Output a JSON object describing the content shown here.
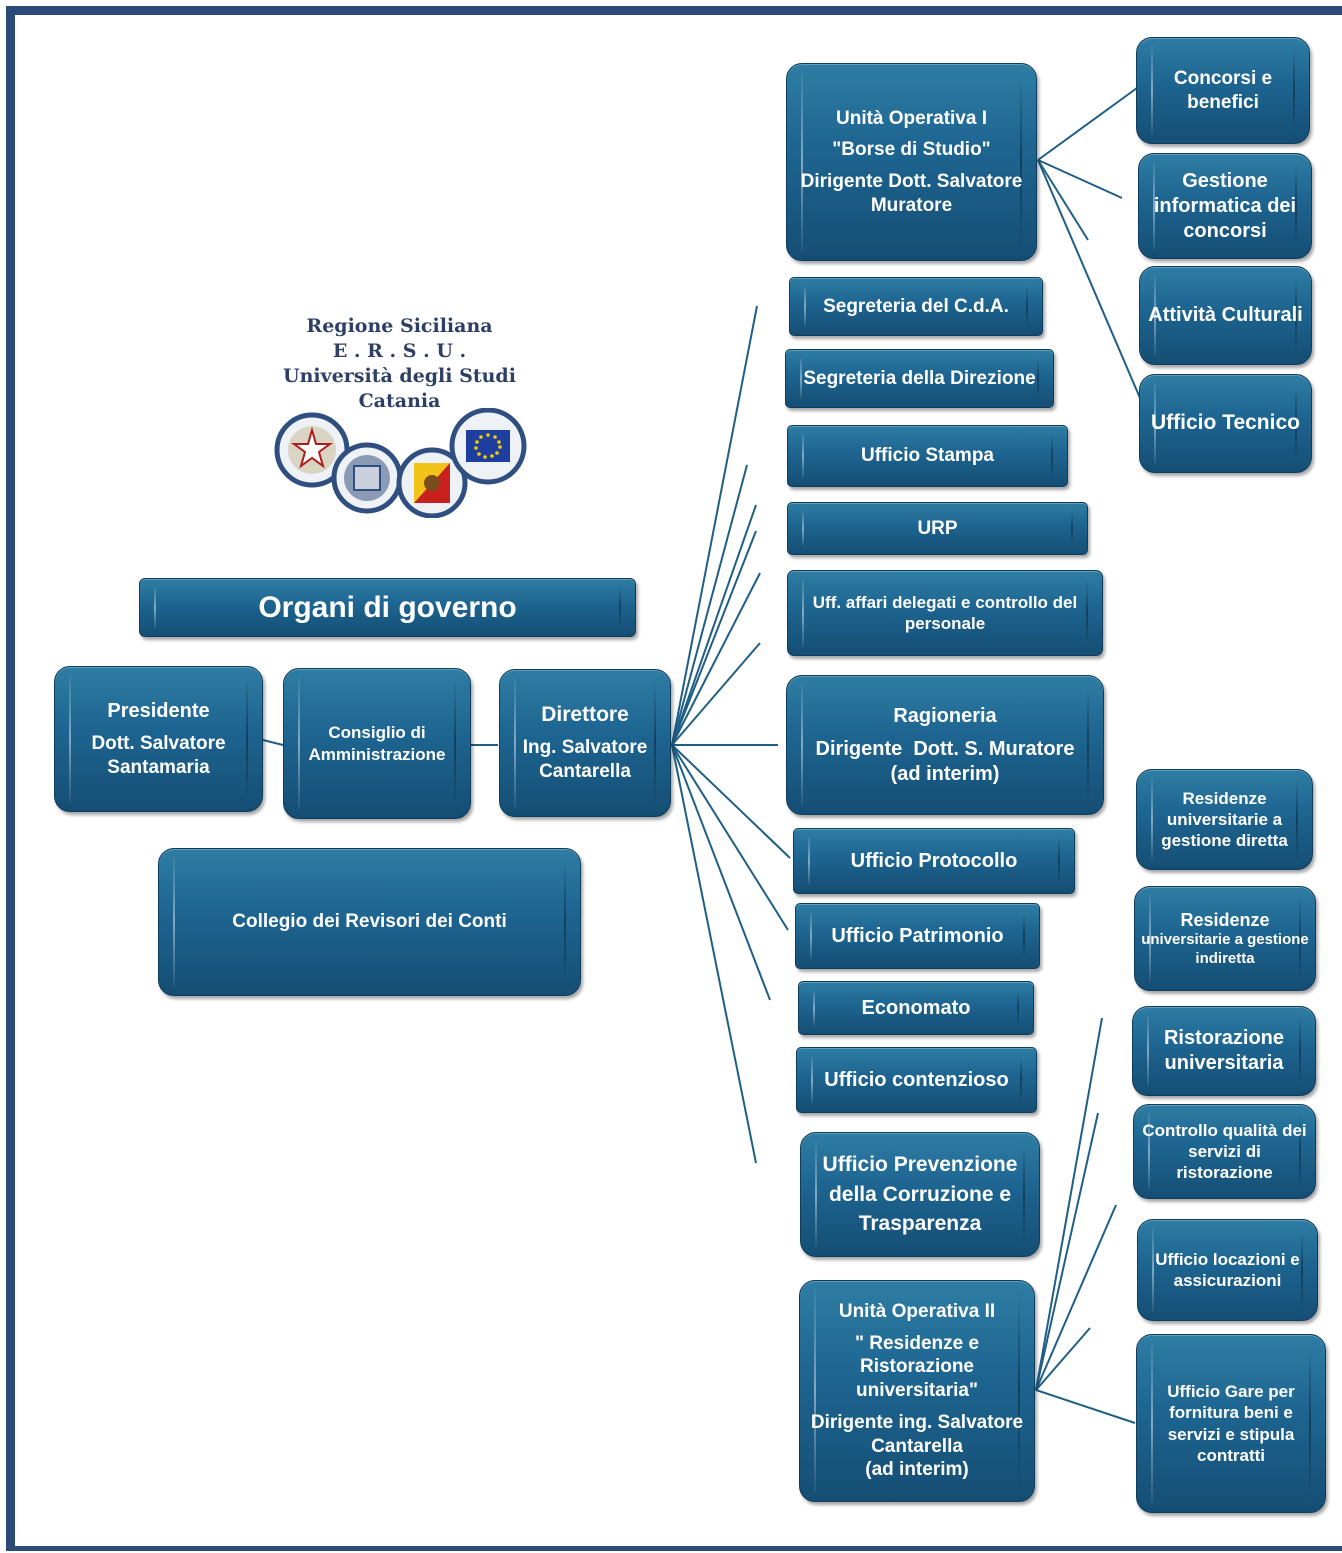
{
  "logo": {
    "lines": [
      "Regione Siciliana",
      "E . R . S . U .",
      "Università degli Studi",
      "Catania"
    ]
  },
  "governance": {
    "title": "Organi di governo",
    "presidente": {
      "role": "Presidente",
      "name": "Dott. Salvatore Santamaria"
    },
    "consiglio": "Consiglio di Amministrazione",
    "direttore": {
      "role": "Direttore",
      "name": "Ing. Salvatore Cantarella"
    },
    "collegio": "Collegio dei Revisori dei Conti"
  },
  "uo1": {
    "title": "Unità Operativa I",
    "subtitle": "\"Borse di Studio\"",
    "dirigente": "Dirigente Dott. Salvatore Muratore",
    "units": [
      "Concorsi e benefici",
      "Gestione informatica dei concorsi",
      "Attività Culturali",
      "Ufficio Tecnico"
    ]
  },
  "offices": {
    "segreteria_cda": "Segreteria del C.d.A.",
    "segreteria_direzione": "Segreteria della Direzione",
    "stampa": "Ufficio Stampa",
    "urp": "URP",
    "affari_delegati": "Uff. affari delegati e controllo del personale",
    "ragioneria": {
      "title": "Ragioneria",
      "dirigente": "Dirigente  Dott. S. Muratore",
      "note": "(ad interim)"
    },
    "protocollo": "Ufficio Protocollo",
    "patrimonio": "Ufficio Patrimonio",
    "economato": "Economato",
    "contenzioso": "Ufficio contenzioso",
    "prevenzione": "Ufficio Prevenzione della Corruzione e Trasparenza"
  },
  "uo2": {
    "title": "Unità Operativa II",
    "subtitle": "\" Residenze e Ristorazione universitaria\"",
    "dirigente": "Dirigente  ing. Salvatore Cantarella",
    "note": "(ad interim)",
    "units": {
      "res_diretta": "Residenze universitarie a gestione diretta",
      "res_indiretta_1": "Residenze",
      "res_indiretta_2": "universitarie a gestione indiretta",
      "ristorazione": "Ristorazione universitaria",
      "qualita": "Controllo qualità dei servizi di ristorazione",
      "locazioni": "Ufficio locazioni e assicurazioni",
      "gare": "Ufficio Gare per fornitura beni e servizi e stipula contratti"
    }
  },
  "colors": {
    "box_top": "#2e7da4",
    "box_bottom": "#154e74",
    "connector": "#1f5f86",
    "frame": "#2b4a78",
    "logo_text": "#2e3f66"
  }
}
